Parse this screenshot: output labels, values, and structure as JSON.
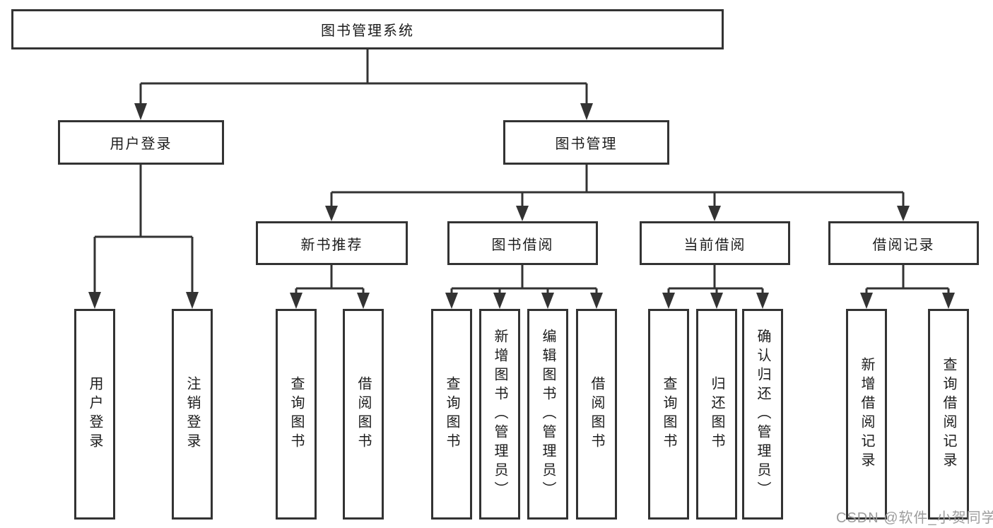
{
  "tree": {
    "root": {
      "label": "图书管理系统"
    },
    "children": [
      {
        "label": "用户登录",
        "children": [
          {
            "label": "用户登录"
          },
          {
            "label": "注销登录"
          }
        ]
      },
      {
        "label": "图书管理",
        "children": [
          {
            "label": "新书推荐",
            "children": [
              {
                "label": "查询图书"
              },
              {
                "label": "借阅图书"
              }
            ]
          },
          {
            "label": "图书借阅",
            "children": [
              {
                "label": "查询图书"
              },
              {
                "label": "新增图书（管理员）"
              },
              {
                "label": "编辑图书（管理员）"
              },
              {
                "label": "借阅图书"
              }
            ]
          },
          {
            "label": "当前借阅",
            "children": [
              {
                "label": "查询图书"
              },
              {
                "label": "归还图书"
              },
              {
                "label": "确认归还（管理员）"
              }
            ]
          },
          {
            "label": "借阅记录",
            "children": [
              {
                "label": "新增借阅记录"
              },
              {
                "label": "查询借阅记录"
              }
            ]
          }
        ]
      }
    ]
  },
  "watermark": {
    "text": "CSDN @软件_小贺同学",
    "color": "#9c9c9c"
  },
  "colors": {
    "line": "#333333",
    "box_border": "#333333",
    "text": "#1c1c1c",
    "background": "#ffffff"
  }
}
